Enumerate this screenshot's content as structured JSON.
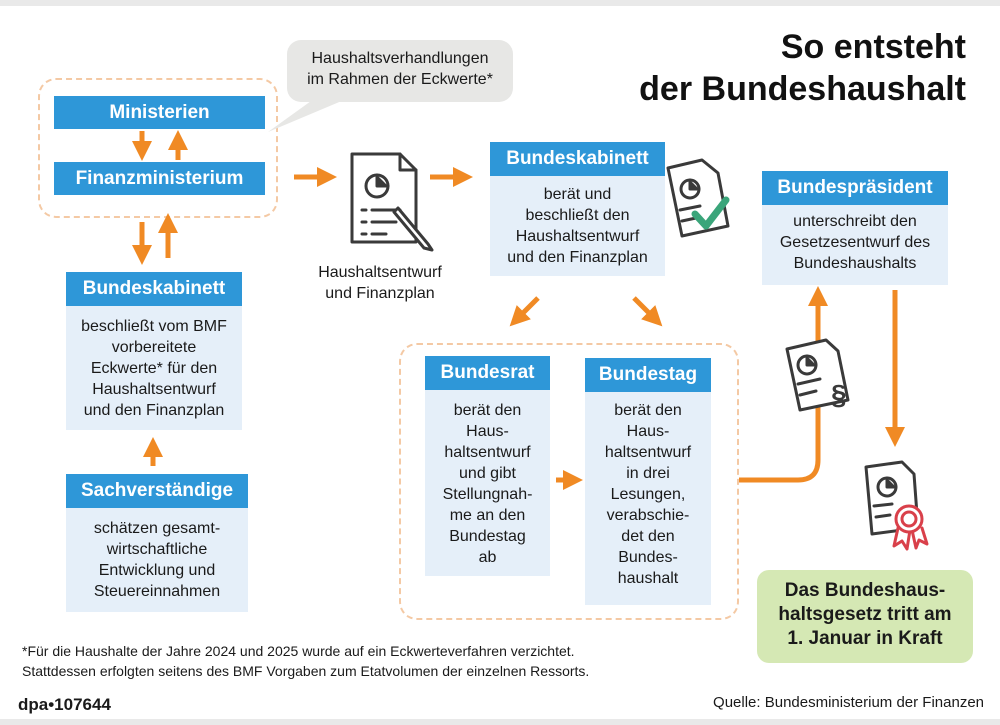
{
  "title": {
    "line1": "So entsteht",
    "line2": "der Bundeshaushalt"
  },
  "bubble": {
    "line1": "Haushaltsverhandlungen",
    "line2": "im Rahmen der Eckwerte*"
  },
  "ministerien": {
    "label": "Ministerien"
  },
  "finanzministerium": {
    "label": "Finanzministerium"
  },
  "draft": {
    "line1": "Haushaltsentwurf",
    "line2": "und Finanzplan"
  },
  "kabinett_left": {
    "label": "Bundeskabinett",
    "lines": [
      "beschließt vom BMF",
      "vorbereitete",
      "Eckwerte* für den",
      "Haushaltsentwurf",
      "und den Finanzplan"
    ]
  },
  "sachverstaendige": {
    "label": "Sachverständige",
    "lines": [
      "schätzen gesamt-",
      "wirtschaftliche",
      "Entwicklung und",
      "Steuereinnahmen"
    ]
  },
  "kabinett_center": {
    "label": "Bundeskabinett",
    "lines": [
      "berät und",
      "beschließt den",
      "Haushaltsentwurf",
      "und den Finanzplan"
    ]
  },
  "bundesrat": {
    "label": "Bundesrat",
    "lines": [
      "berät den",
      "Haus-",
      "haltsentwurf",
      "und gibt",
      "Stellungnah-",
      "me an den",
      "Bundestag",
      "ab"
    ]
  },
  "bundestag": {
    "label": "Bundestag",
    "lines": [
      "berät den",
      "Haus-",
      "haltsentwurf",
      "in drei",
      "Lesungen,",
      "verabschie-",
      "det den",
      "Bundes-",
      "haushalt"
    ]
  },
  "praesident": {
    "label": "Bundespräsident",
    "lines": [
      "unterschreibt den",
      "Gesetzesentwurf des",
      "Bundeshaushalts"
    ]
  },
  "result": {
    "lines": [
      "Das Bundeshaus-",
      "haltsgesetz tritt am",
      "1. Januar in Kraft"
    ]
  },
  "footnote": {
    "line1": "*Für die Haushalte der Jahre 2024 und 2025 wurde auf ein Eckwerteverfahren verzichtet.",
    "line2": "Stattdessen erfolgten seitens des BMF Vorgaben zum Etatvolumen der einzelnen Ressorts."
  },
  "credit": "dpa•107644",
  "source": "Quelle: Bundesministerium der Finanzen",
  "colors": {
    "accent": "#f08a24",
    "header": "#2e97d8",
    "box": "#e5eff9",
    "result": "#d5e8b4",
    "check": "#3aa57a",
    "seal": "#d9404a"
  },
  "icons": [
    "document-chart-pen-icon",
    "document-chart-check-icon",
    "document-paragraph-icon",
    "document-seal-icon"
  ]
}
